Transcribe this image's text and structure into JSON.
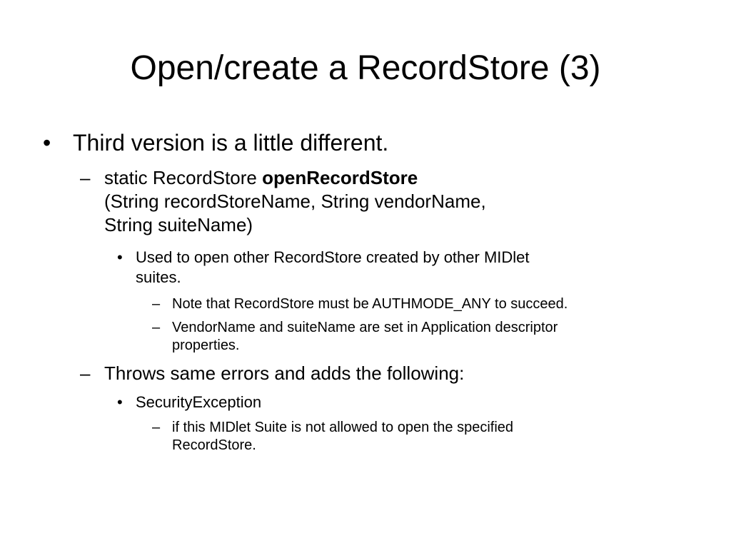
{
  "slide": {
    "title": "Open/create a RecordStore (3)",
    "bullet_glyph": "•",
    "dash_glyph": "–",
    "items": {
      "b1": "Third version is a little different.",
      "b1_1_pre": "static RecordStore ",
      "b1_1_bold": "openRecordStore",
      "b1_1_line2": "(String recordStoreName, String vendorName,",
      "b1_1_line3": "String suiteName)",
      "b1_1_1_line1": "Used to open other RecordStore created by other MIDlet",
      "b1_1_1_line2": "suites.",
      "b1_1_1_1": "Note that RecordStore must be AUTHMODE_ANY to succeed.",
      "b1_1_1_2_line1": "VendorName and suiteName are set in Application descriptor",
      "b1_1_1_2_line2": "properties.",
      "b1_2": "Throws same errors and adds the following:",
      "b1_2_1": "SecurityException",
      "b1_2_1_1_line1": "if this MIDlet Suite is not allowed to open the specified",
      "b1_2_1_1_line2": "RecordStore."
    }
  }
}
